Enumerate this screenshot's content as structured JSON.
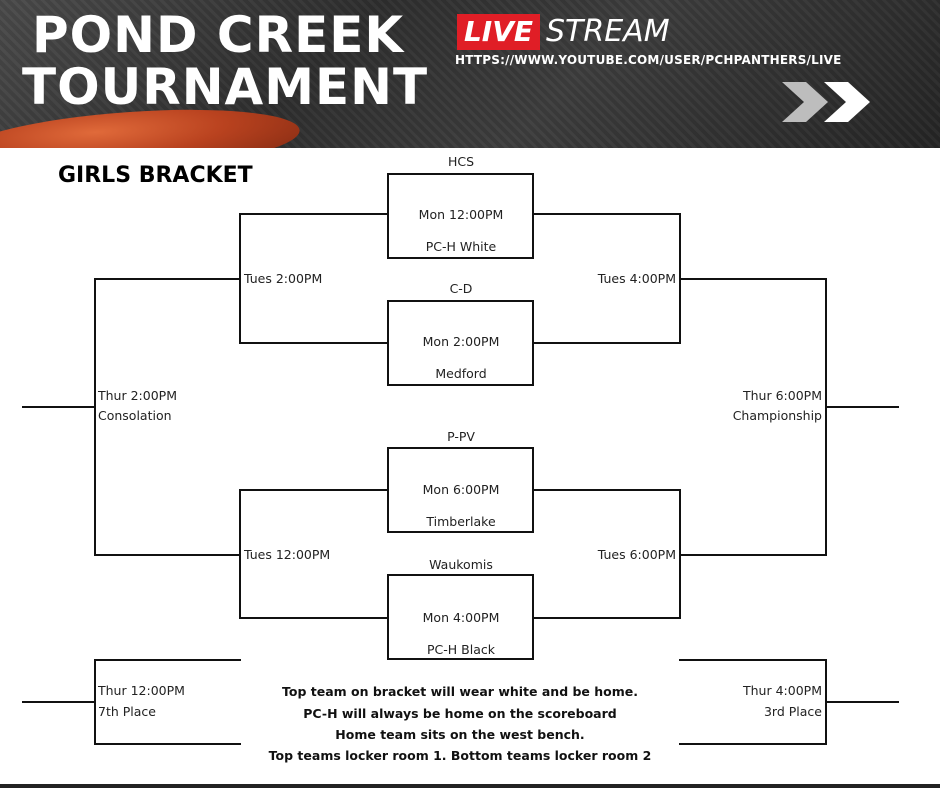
{
  "header": {
    "title_line1": "POND CREEK",
    "title_line2": "TOURNAMENT",
    "live": "LIVE",
    "stream": "STREAM",
    "url": "HTTPS://WWW.YOUTUBE.COM/USER/PCHPANTHERS/LIVE"
  },
  "bracket": {
    "heading": "GIRLS BRACKET",
    "games": [
      {
        "top": "HCS",
        "time": "Mon 12:00PM",
        "bottom": "PC-H White"
      },
      {
        "top": "C-D",
        "time": "Mon 2:00PM",
        "bottom": "Medford"
      },
      {
        "top": "P-PV",
        "time": "Mon 6:00PM",
        "bottom": "Timberlake"
      },
      {
        "top": "Waukomis",
        "time": "Mon 4:00PM",
        "bottom": "PC-H Black"
      }
    ],
    "tues_2": "Tues 2:00PM",
    "tues_4": "Tues 4:00PM",
    "tues_12": "Tues 12:00PM",
    "tues_6": "Tues 6:00PM",
    "consolation_time": "Thur 2:00PM",
    "consolation_label": "Consolation",
    "championship_time": "Thur 6:00PM",
    "championship_label": "Championship",
    "seventh_time": "Thur 12:00PM",
    "seventh_label": "7th Place",
    "third_time": "Thur 4:00PM",
    "third_label": "3rd Place"
  },
  "notes": [
    "Top team on bracket will wear white and be home.",
    "PC-H will always be home on the scoreboard",
    "Home team sits on the west bench.",
    "Top teams locker room 1.  Bottom teams locker room 2"
  ],
  "colors": {
    "live_red": "#e01e26",
    "header_dark": "#2e2e2e",
    "chevron_gray": "#bdbdbd"
  }
}
